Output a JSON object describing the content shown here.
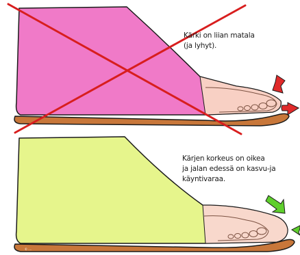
{
  "top_panel": {
    "caption_lines": [
      "Kärki on liian matala",
      "(ja lyhyt)."
    ],
    "shoe_fill": "#f07ac8",
    "toe_fill": "#f8d0c4",
    "cross_color": "#d81e1e",
    "arrow_color": "#e02a2a",
    "status": "wrong"
  },
  "bottom_panel": {
    "caption_lines": [
      "Kärjen korkeus on oikea",
      "ja jalan edessä on kasvu-ja",
      "käyntivaraa."
    ],
    "shoe_fill": "#e6f58c",
    "toe_fill": "#f8d8cc",
    "arrow_color": "#5ecf2c",
    "status": "correct"
  },
  "sole_color": "#c8773a",
  "copyright_mark": "© ...."
}
